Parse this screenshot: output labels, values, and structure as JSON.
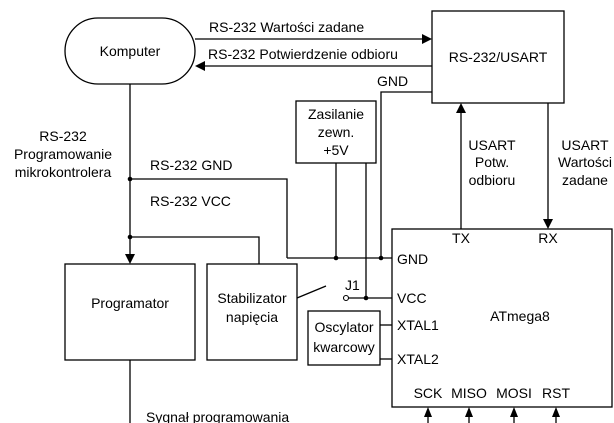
{
  "blocks": {
    "komputer": "Komputer",
    "rs232_usart": "RS-232/USART",
    "zasilanie": [
      "Zasilanie",
      "zewn.",
      "+5V"
    ],
    "programator": "Programator",
    "stabilizator": [
      "Stabilizator",
      "napięcia"
    ],
    "oscylator": [
      "Oscylator",
      "kwarcowy"
    ],
    "atmega": "ATmega8"
  },
  "signals": {
    "rs232_wartosci": "RS-232 Wartości zadane",
    "rs232_potwierdzenie": "RS-232 Potwierdzenie odbioru",
    "gnd_top": "GND",
    "rs232_prog": [
      "RS-232",
      "Programowanie",
      "mikrokontrolera"
    ],
    "rs232_gnd": "RS-232 GND",
    "rs232_vcc": "RS-232 VCC",
    "usart_potw": [
      "USART",
      "Potw.",
      "odbioru"
    ],
    "usart_wartosci": [
      "USART",
      "Wartości",
      "zadane"
    ],
    "jumper": "J1",
    "sygnal": "Sygnał programowania"
  },
  "pins": {
    "tx": "TX",
    "rx": "RX",
    "gnd": "GND",
    "vcc": "VCC",
    "xtal1": "XTAL1",
    "xtal2": "XTAL2",
    "sck": "SCK",
    "miso": "MISO",
    "mosi": "MOSI",
    "rst": "RST"
  }
}
